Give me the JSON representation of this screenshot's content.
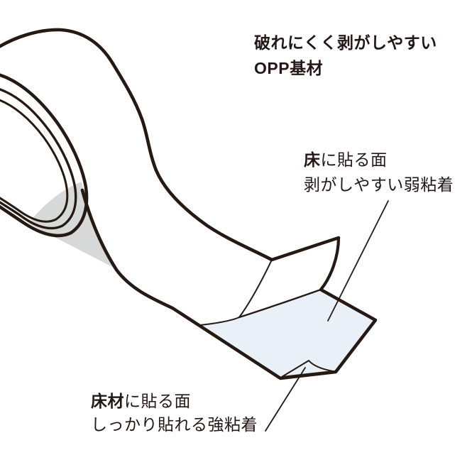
{
  "colors": {
    "outline": "#251a13",
    "core_tan": "#a5884d",
    "core_ring_tan": "#ccb681",
    "weak_adhesive_blue": "#eaf0f8",
    "fold_gray": "#e4e7ea",
    "shadow_gray": "#d7d8d8",
    "text": "#231815",
    "background": "#ffffff"
  },
  "annotations": {
    "opp": {
      "line1": "破れにくく剥がしやすい",
      "line2": "OPP基材"
    },
    "floor": {
      "line1_bold": "床",
      "line1_rest": "に貼る面",
      "line2": "剥がしやすい弱粘着"
    },
    "material": {
      "line1_bold": "床材",
      "line1_rest": "に貼る面",
      "line2": "しっかり貼れる強粘着"
    }
  },
  "illustration": {
    "subject": "両面テープ（床用）の構造図",
    "parts": [
      "tape-roll",
      "roll-core",
      "tape-strip",
      "weak-adhesive-face",
      "liner-curl",
      "folded-corner-strong-adhesive"
    ]
  }
}
